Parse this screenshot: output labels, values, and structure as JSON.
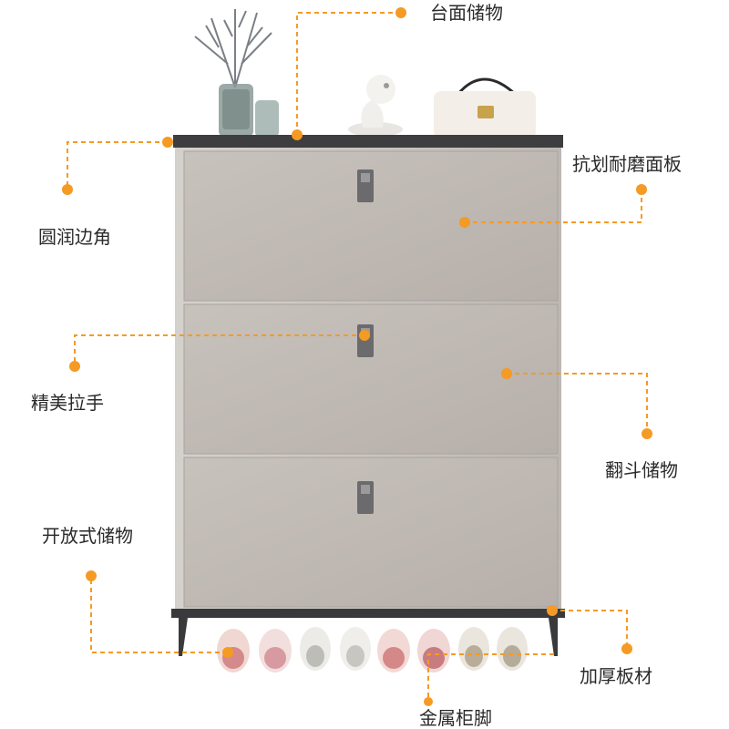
{
  "colors": {
    "accent": "#f59a23",
    "cabinet_body": "#c9c4c0",
    "drawer_face": "#bfb8b3",
    "countertop": "#3e3e40",
    "handle": "#6b6b6d",
    "leg": "#3a3a3c"
  },
  "icons": {
    "callout_dot": "orange-dot",
    "callout_line": "dashed-orange-line"
  },
  "callouts": [
    {
      "id": "countertop-storage",
      "label": "台面储物"
    },
    {
      "id": "scratch-resistant-panel",
      "label": "抗划耐磨面板"
    },
    {
      "id": "rounded-corners",
      "label": "圆润边角"
    },
    {
      "id": "fine-handles",
      "label": "精美拉手"
    },
    {
      "id": "flip-storage",
      "label": "翻斗储物"
    },
    {
      "id": "open-storage",
      "label": "开放式储物"
    },
    {
      "id": "thick-board",
      "label": "加厚板材"
    },
    {
      "id": "metal-legs",
      "label": "金属柜脚"
    }
  ]
}
